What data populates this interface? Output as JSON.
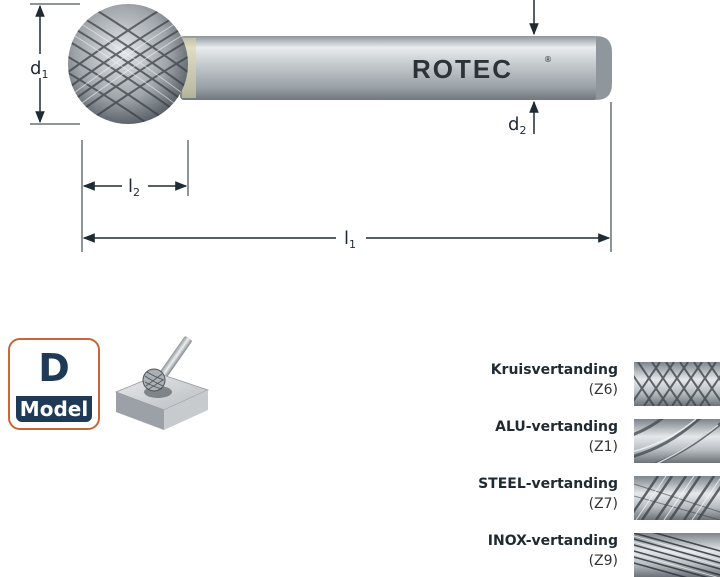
{
  "brand": {
    "name": "ROTEC",
    "mark": "®"
  },
  "dimensions": {
    "d1": {
      "base": "d",
      "sub": "1"
    },
    "d2": {
      "base": "d",
      "sub": "2"
    },
    "l1": {
      "base": "l",
      "sub": "1"
    },
    "l2": {
      "base": "l",
      "sub": "2"
    }
  },
  "model": {
    "letter": "D",
    "label": "Model"
  },
  "usage_icon": "ball-burr-on-block-icon",
  "cuts": [
    {
      "name": "Kruisvertanding",
      "code": "(Z6)",
      "pattern": "cross"
    },
    {
      "name": "ALU-vertanding",
      "code": "(Z1)",
      "pattern": "alu"
    },
    {
      "name": "STEEL-vertanding",
      "code": "(Z7)",
      "pattern": "steel"
    },
    {
      "name": "INOX-vertanding",
      "code": "(Z9)",
      "pattern": "inox"
    }
  ]
}
